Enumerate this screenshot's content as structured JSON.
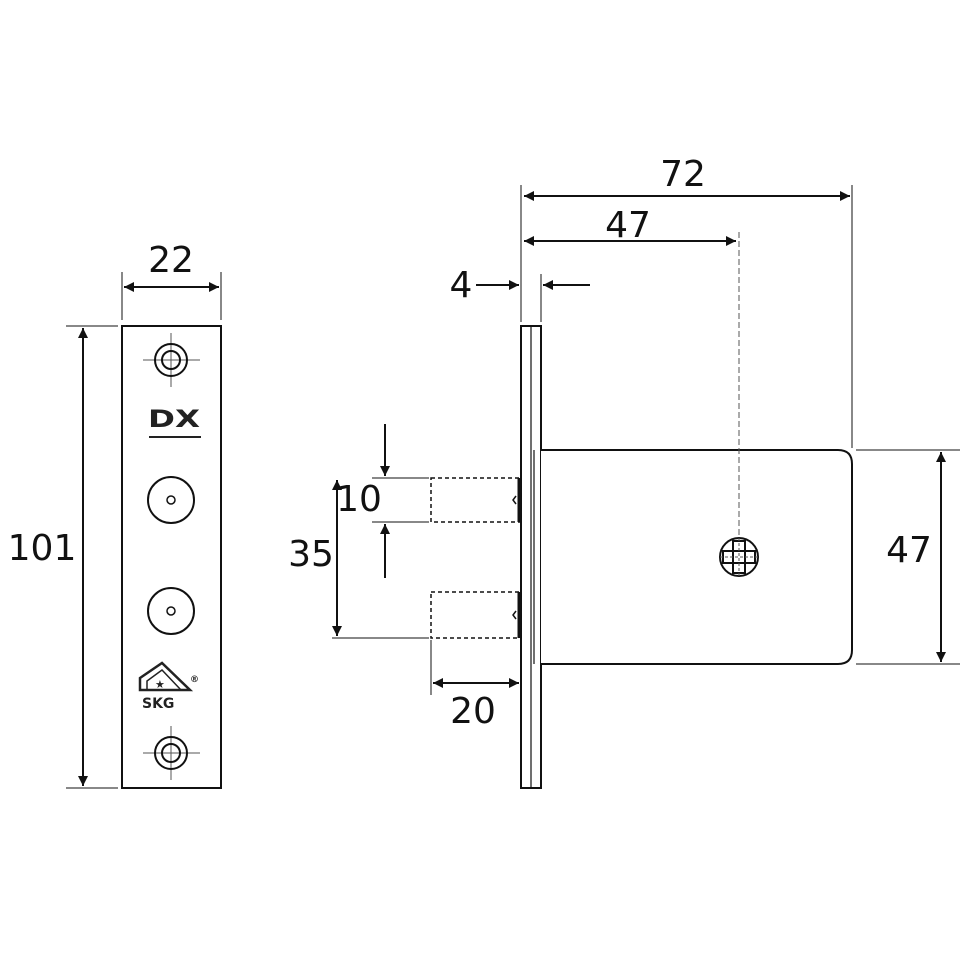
{
  "dimensions": {
    "faceplate_width": "22",
    "faceplate_height": "101",
    "plate_thickness": "4",
    "backset": "47",
    "overall_depth": "72",
    "body_height": "47",
    "pin_diameter": "10",
    "pin_spacing": "35",
    "pin_length": "20"
  },
  "logos": {
    "brand": "DX",
    "certification": "SKG",
    "registered": "®"
  },
  "colors": {
    "line": "#111111",
    "background": "#ffffff"
  }
}
